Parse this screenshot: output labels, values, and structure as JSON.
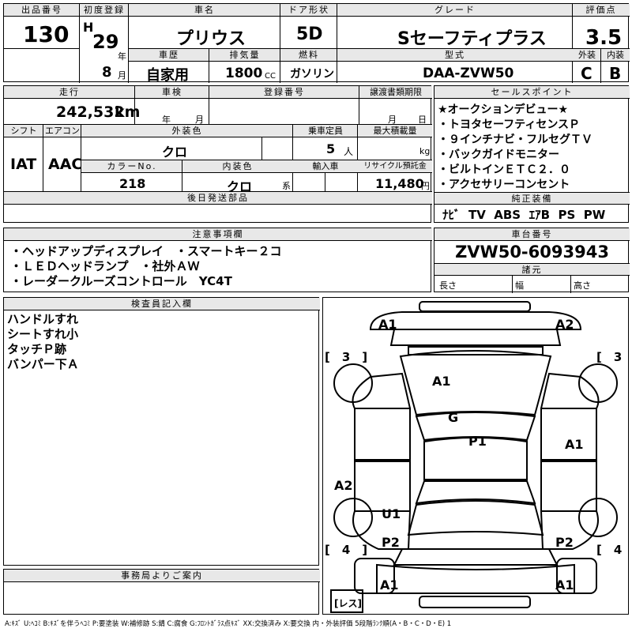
{
  "labels": {
    "lot": "出品番号",
    "first_reg": "初度登録",
    "car_name": "車名",
    "door_type": "ドア形状",
    "grade": "グレード",
    "score": "評価点",
    "history": "車歴",
    "displacement": "排気量",
    "fuel": "燃料",
    "model": "型式",
    "exterior": "外装",
    "interior": "内装",
    "mileage": "走行",
    "inspection": "車検",
    "reg_no": "登録番号",
    "transfer": "譲渡書類期限",
    "sales_points": "セールスポイント",
    "shift": "シフト",
    "aircon": "エアコン",
    "color": "外装色",
    "capacity": "乗車定員",
    "max_load": "最大積載量",
    "color_no": "カラーNo.",
    "int_color": "内装色",
    "import": "輸入車",
    "recycle": "リサイクル預託金",
    "later_parts": "後日発送部品",
    "standard_equip": "純正装備",
    "notes": "注意事項欄",
    "chassis_no": "車台番号",
    "specs": "諸元",
    "inspector": "検査員記入欄",
    "office": "事務局よりご案内"
  },
  "vehicle": {
    "lot": "130",
    "era": "H",
    "year": "29",
    "year_unit": "年",
    "month": "8",
    "month_unit": "月",
    "name": "プリウス",
    "door": "5D",
    "grade": "Sセーフティプラス",
    "score": "3.5",
    "history": "自家用",
    "cc": "1800",
    "cc_unit": "CC",
    "fuel": "ガソリン",
    "model": "DAA-ZVW50",
    "ext_grade": "C",
    "int_grade": "B",
    "mileage": "242,532",
    "mileage_unit": "km",
    "insp_year": "年",
    "insp_month": "月",
    "transfer_month": "月",
    "transfer_day": "日",
    "shift": "IAT",
    "aircon": "AAC",
    "color": "クロ",
    "capacity": "5",
    "capacity_unit": "人",
    "load_unit": "kg",
    "color_no": "218",
    "int_color": "クロ",
    "int_color_unit": "系",
    "recycle": "11,480",
    "recycle_unit": "円",
    "chassis": "ZVW50-6093943",
    "length": "長さ",
    "width": "幅",
    "height": "高さ"
  },
  "sales_points": [
    "★オークションデビュー★",
    "・トヨタセーフティセンスＰ",
    "・９インチナビ・フルセグＴＶ",
    "・バックガイドモニター",
    "・ビルトインＥＴＣ２．０",
    "・アクセサリーコンセント"
  ],
  "equipment": [
    "ﾅﾋﾞ",
    "TV",
    "ABS",
    "ｴｱB",
    "PS",
    "PW"
  ],
  "notes": [
    "・ヘッドアップディスプレイ　・スマートキー２コ",
    "・ＬＥＤヘッドランプ　・社外ＡＷ",
    "・レーダークルーズコントロール　YC4T"
  ],
  "inspector": [
    "ハンドルすれ",
    "シートすれ小",
    "タッチＰ跡",
    "バンパー下Ａ"
  ],
  "diagram": {
    "marks": [
      {
        "id": "fl-corner",
        "text": "A1"
      },
      {
        "id": "fr-corner",
        "text": "A2"
      },
      {
        "id": "left-front",
        "text": "[　3　]"
      },
      {
        "id": "right-front",
        "text": "[　3　]"
      },
      {
        "id": "hood",
        "text": "A1"
      },
      {
        "id": "windshield",
        "text": "G"
      },
      {
        "id": "roof",
        "text": "P1"
      },
      {
        "id": "right-door",
        "text": "A1"
      },
      {
        "id": "left-door",
        "text": "A2"
      },
      {
        "id": "left-rear-door",
        "text": "U1"
      },
      {
        "id": "left-quarter",
        "text": "P2"
      },
      {
        "id": "right-quarter",
        "text": "P2"
      },
      {
        "id": "left-rear",
        "text": "[　4　]"
      },
      {
        "id": "right-rear",
        "text": "[　4　]"
      },
      {
        "id": "rl-corner",
        "text": "A1"
      },
      {
        "id": "rr-corner",
        "text": "A1"
      },
      {
        "id": "spare",
        "text": "[レス]"
      }
    ]
  },
  "legend": "A:ｷｽﾞ U:ﾍｺﾐ B:ｷｽﾞを伴うﾍｺﾐ P:要塗装 W:補修跡 S:錆 C:腐食 G:ﾌﾛﾝﾄｶﾞﾗｽ点ｷｽﾞ XX:交換済み X:要交換 内・外装評価 5段階ﾗﾝｸ順(A・B・C・D・E) 1"
}
